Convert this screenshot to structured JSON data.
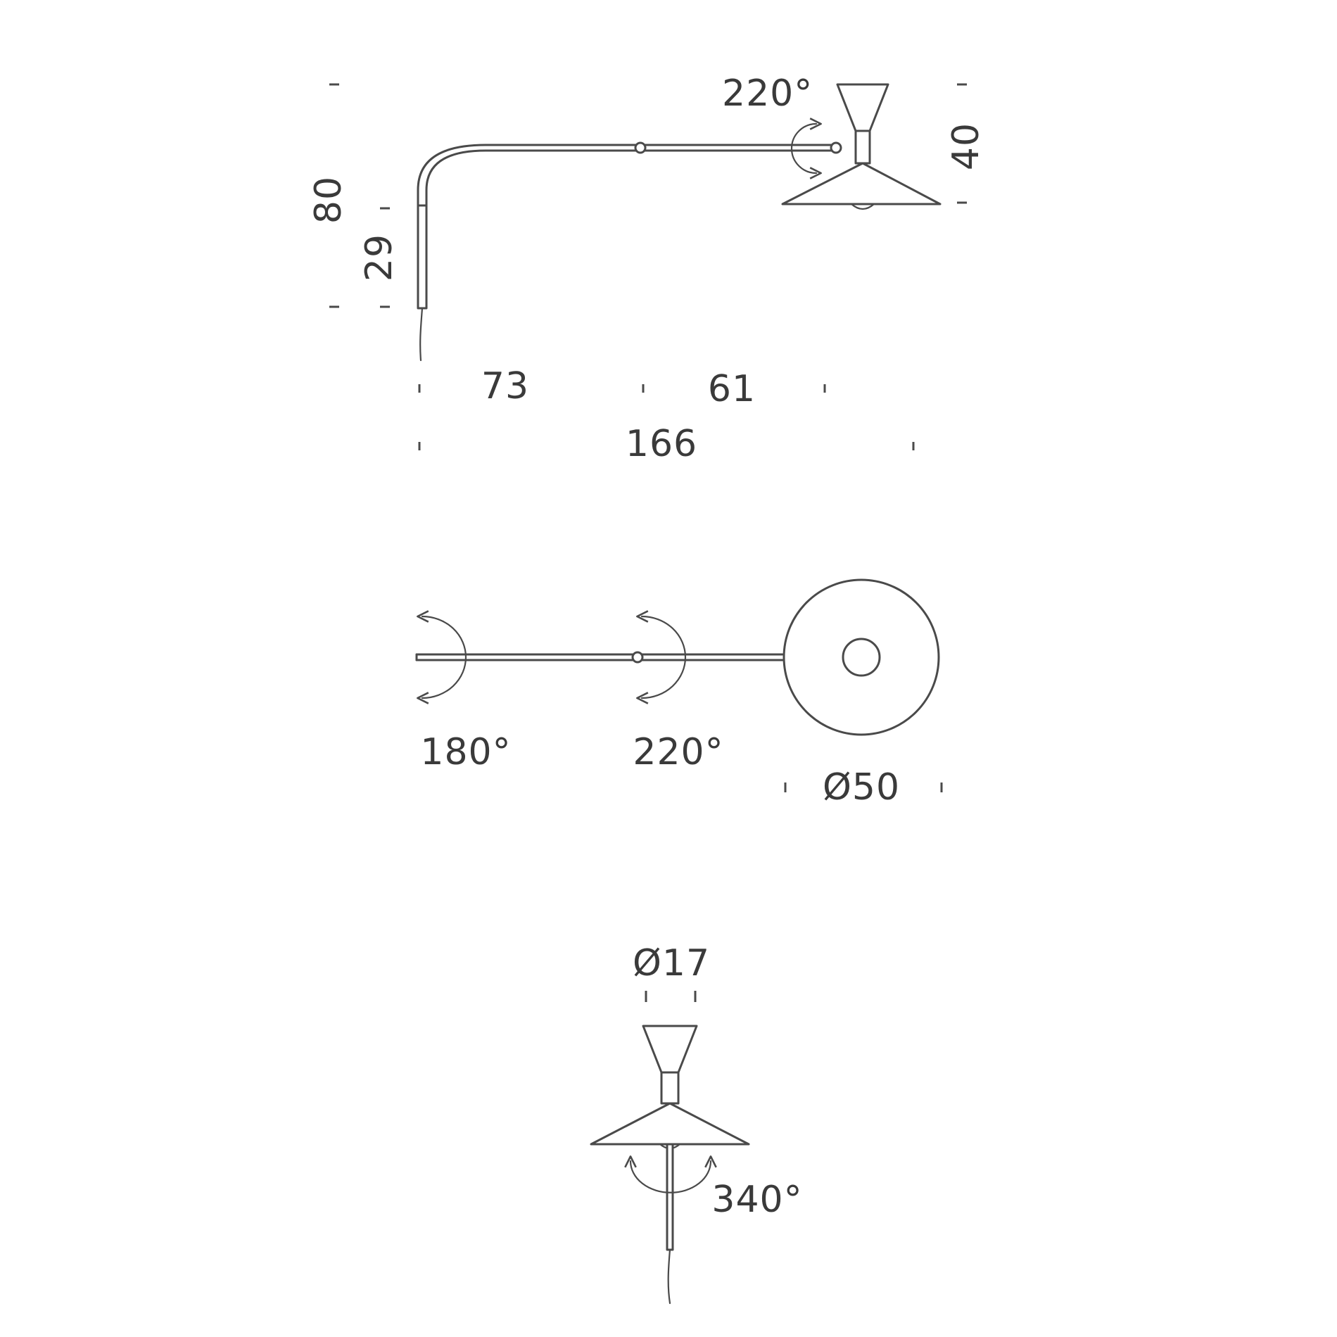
{
  "side_view": {
    "rotation_label": "220°",
    "height_overall": "80",
    "height_mount": "29",
    "height_shade": "40",
    "arm_length_1": "73",
    "arm_length_2": "61",
    "total_length": "166"
  },
  "top_view": {
    "rotation_wall": "180°",
    "rotation_joint": "220°",
    "shade_diameter": "Ø50"
  },
  "front_view": {
    "head_diameter": "Ø17",
    "rotation_head": "340°"
  },
  "colors": {
    "line": "#4a4a4a",
    "text": "#3a3a3a",
    "background": "#ffffff"
  }
}
